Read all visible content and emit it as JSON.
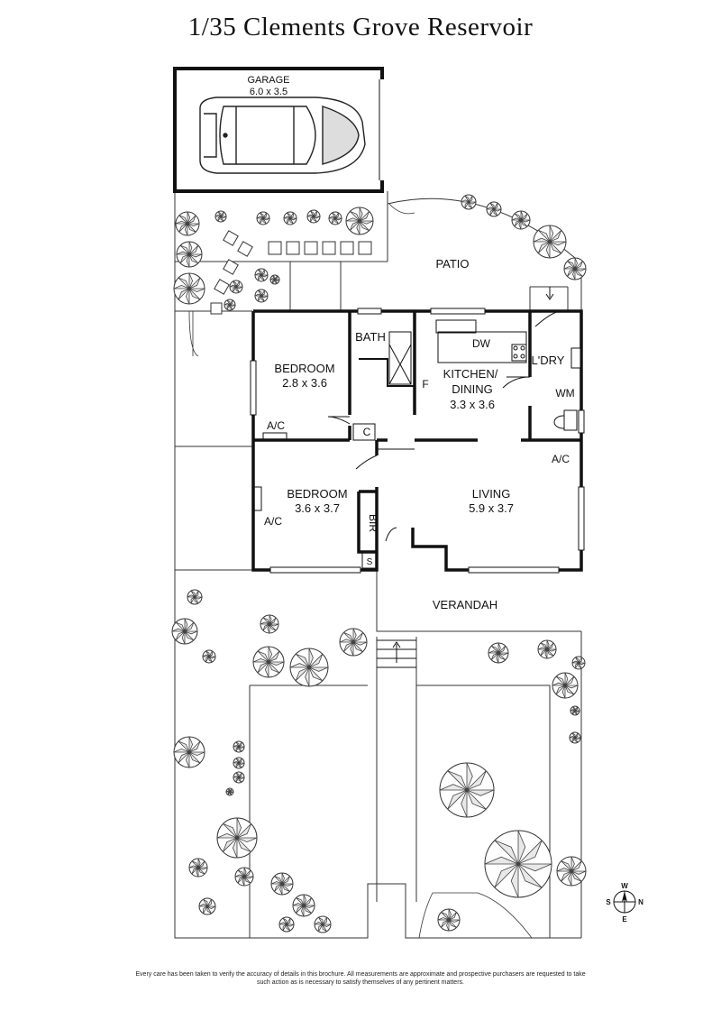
{
  "title": "1/35 Clements Grove Reservoir",
  "rooms": {
    "garage": {
      "name": "GARAGE",
      "size": "6.0 x 3.5"
    },
    "patio": {
      "name": "PATIO"
    },
    "bath": {
      "name": "BATH"
    },
    "bedroom1": {
      "name": "BEDROOM",
      "size": "2.8 x 3.6"
    },
    "kitchen": {
      "name_line1": "KITCHEN/",
      "name_line2": "DINING",
      "size": "3.3 x 3.6"
    },
    "laundry": {
      "name": "L'DRY"
    },
    "bedroom2": {
      "name": "BEDROOM",
      "size": "3.6 x 3.7"
    },
    "living": {
      "name": "LIVING",
      "size": "5.9 x 3.7"
    },
    "verandah": {
      "name": "VERANDAH"
    }
  },
  "fixtures": {
    "dw": "DW",
    "fridge": "F",
    "wm": "WM",
    "cupboard": "C",
    "ac_bed1": "A/C",
    "ac_bed2": "A/C",
    "ac_living": "A/C",
    "bir": "BIR",
    "storage": "S"
  },
  "compass": {
    "n": "N",
    "s": "S",
    "e": "E",
    "w": "W"
  },
  "disclaimer": "Every care has been taken to verify the accuracy of details in this brochure. All measurements are approximate and prospective purchasers are requested to take such action as is necessary to satisfy themselves of any pertinent matters."
}
